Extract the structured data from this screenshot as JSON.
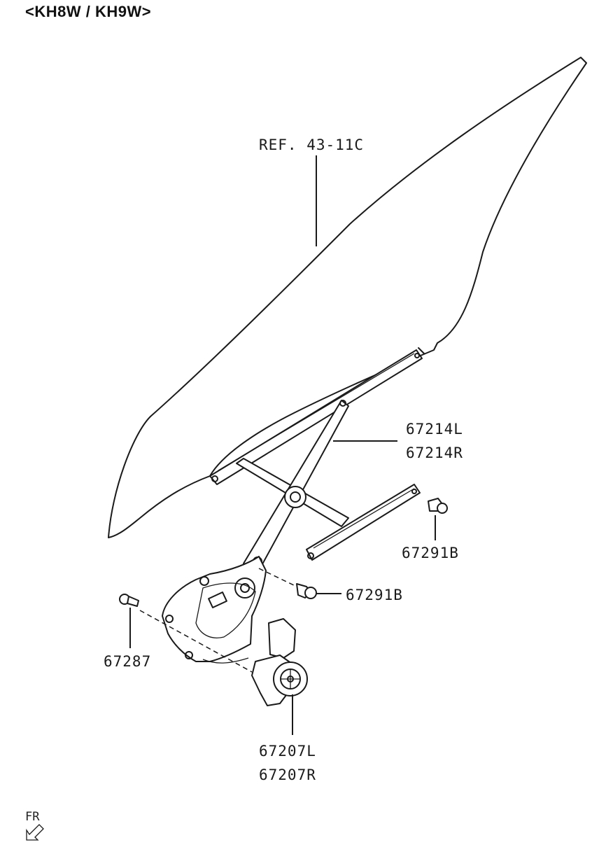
{
  "header": {
    "model_title": "<KH8W / KH9W>"
  },
  "callouts": {
    "glass_ref": "REF. 43-11C",
    "regulator_left": "67214L",
    "regulator_right": "67214R",
    "bolt_upper": "67291B",
    "bolt_lower": "67291B",
    "bolt_side": "67287",
    "motor_left": "67207L",
    "motor_right": "67207R"
  },
  "orientation": {
    "front_marker": "FR"
  }
}
